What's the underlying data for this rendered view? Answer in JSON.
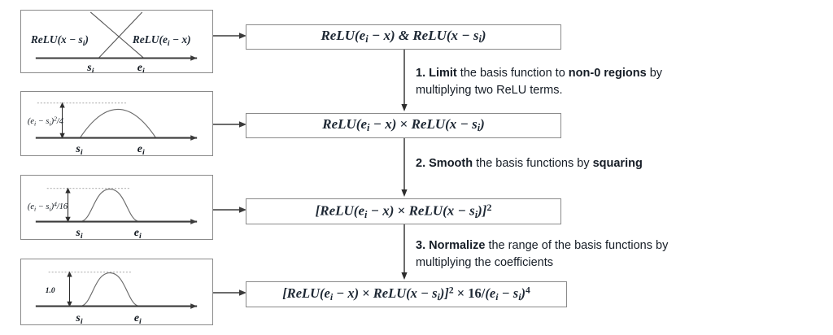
{
  "diagram": {
    "title": "ReLU basis function construction pipeline",
    "stroke_color": "#8a8a8a",
    "axis_color": "#3b3b3b",
    "curve_color": "#6b6b6b",
    "text_color": "#1d2733"
  },
  "plots": [
    {
      "name": "relu-crossing-ramps",
      "kind": "two-crossing-ramps",
      "left_label": "ReLU(x − s",
      "left_label_sub": "i",
      "left_label_tail": ")",
      "right_label": "ReLU(e",
      "right_label_sub": "i",
      "right_label_tail": " − x)",
      "x_tick_start": "s",
      "x_tick_start_sub": "i",
      "x_tick_end": "e",
      "x_tick_end_sub": "i",
      "height_label": ""
    },
    {
      "name": "parabola-basis",
      "kind": "parabola",
      "height_label_main": "(e",
      "height_label_sub1": "i",
      "height_label_mid": " − s",
      "height_label_sub2": "i",
      "height_label_tail": ")",
      "height_label_sup": "2",
      "height_label_end": "/4",
      "x_tick_start": "s",
      "x_tick_start_sub": "i",
      "x_tick_end": "e",
      "x_tick_end_sub": "i"
    },
    {
      "name": "squared-bell-basis",
      "kind": "bell",
      "height_label_main": "(e",
      "height_label_sub1": "i",
      "height_label_mid": " − s",
      "height_label_sub2": "i",
      "height_label_tail": ")",
      "height_label_sup": "4",
      "height_label_end": "/16",
      "x_tick_start": "s",
      "x_tick_start_sub": "i",
      "x_tick_end": "e",
      "x_tick_end_sub": "i"
    },
    {
      "name": "normalized-bell-basis",
      "kind": "bell",
      "height_label_plain": "1.0",
      "x_tick_start": "s",
      "x_tick_start_sub": "i",
      "x_tick_end": "e",
      "x_tick_end_sub": "i"
    }
  ],
  "formulas": [
    {
      "name": "formula-relu-and",
      "parts": [
        {
          "t": "ReLU(e",
          "k": "i"
        },
        {
          "t": " − x) & ReLU(x − s",
          "k": "i"
        },
        {
          "t": ")"
        }
      ],
      "plain": "ReLU(e_i − x) & ReLU(x − s_i)"
    },
    {
      "name": "formula-relu-product",
      "parts": [
        {
          "t": "ReLU(e",
          "k": "i"
        },
        {
          "t": " − x) × ReLU(x − s",
          "k": "i"
        },
        {
          "t": ")"
        }
      ],
      "plain": "ReLU(e_i − x) × ReLU(x − s_i)"
    },
    {
      "name": "formula-relu-product-squared",
      "parts": [
        {
          "t": "[ReLU(e",
          "k": "i"
        },
        {
          "t": " − x) × ReLU(x − s",
          "k": "i"
        },
        {
          "t": ")]",
          "sup": "2"
        }
      ],
      "plain": "[ReLU(e_i − x) × ReLU(x − s_i)]²"
    },
    {
      "name": "formula-relu-normalized",
      "parts": [
        {
          "t": "[ReLU(e",
          "k": "i"
        },
        {
          "t": " − x) × ReLU(x − s",
          "k": "i"
        },
        {
          "t": ")]",
          "sup": "2"
        },
        {
          "t": " × 16/(e",
          "k": "i"
        },
        {
          "t": " − s",
          "k": "i"
        },
        {
          "t": ")",
          "sup": "4"
        }
      ],
      "plain": "[ReLU(e_i − x) × ReLU(x − s_i)]² × 16/(e_i − s_i)⁴"
    }
  ],
  "steps": [
    {
      "name": "step-1-limit",
      "number": "1.",
      "keyword": "Limit",
      "text_mid": " the basis function to ",
      "keyword2": "non-0 regions",
      "text_end": " by multiplying two ReLU terms.",
      "plain": "1. Limit the basis function to non-0 regions by multiplying two ReLU terms."
    },
    {
      "name": "step-2-smooth",
      "number": "2.",
      "keyword": "Smooth",
      "text_mid": " the basis functions by ",
      "keyword2": "squaring",
      "text_end": "",
      "plain": "2. Smooth the basis functions by squaring"
    },
    {
      "name": "step-3-normalize",
      "number": "3.",
      "keyword": "Normalize",
      "text_mid": " the range of the basis functions by multiplying the coefficients",
      "keyword2": "",
      "text_end": "",
      "plain": "3. Normalize the range of the basis functions by multiplying the coefficients"
    }
  ]
}
